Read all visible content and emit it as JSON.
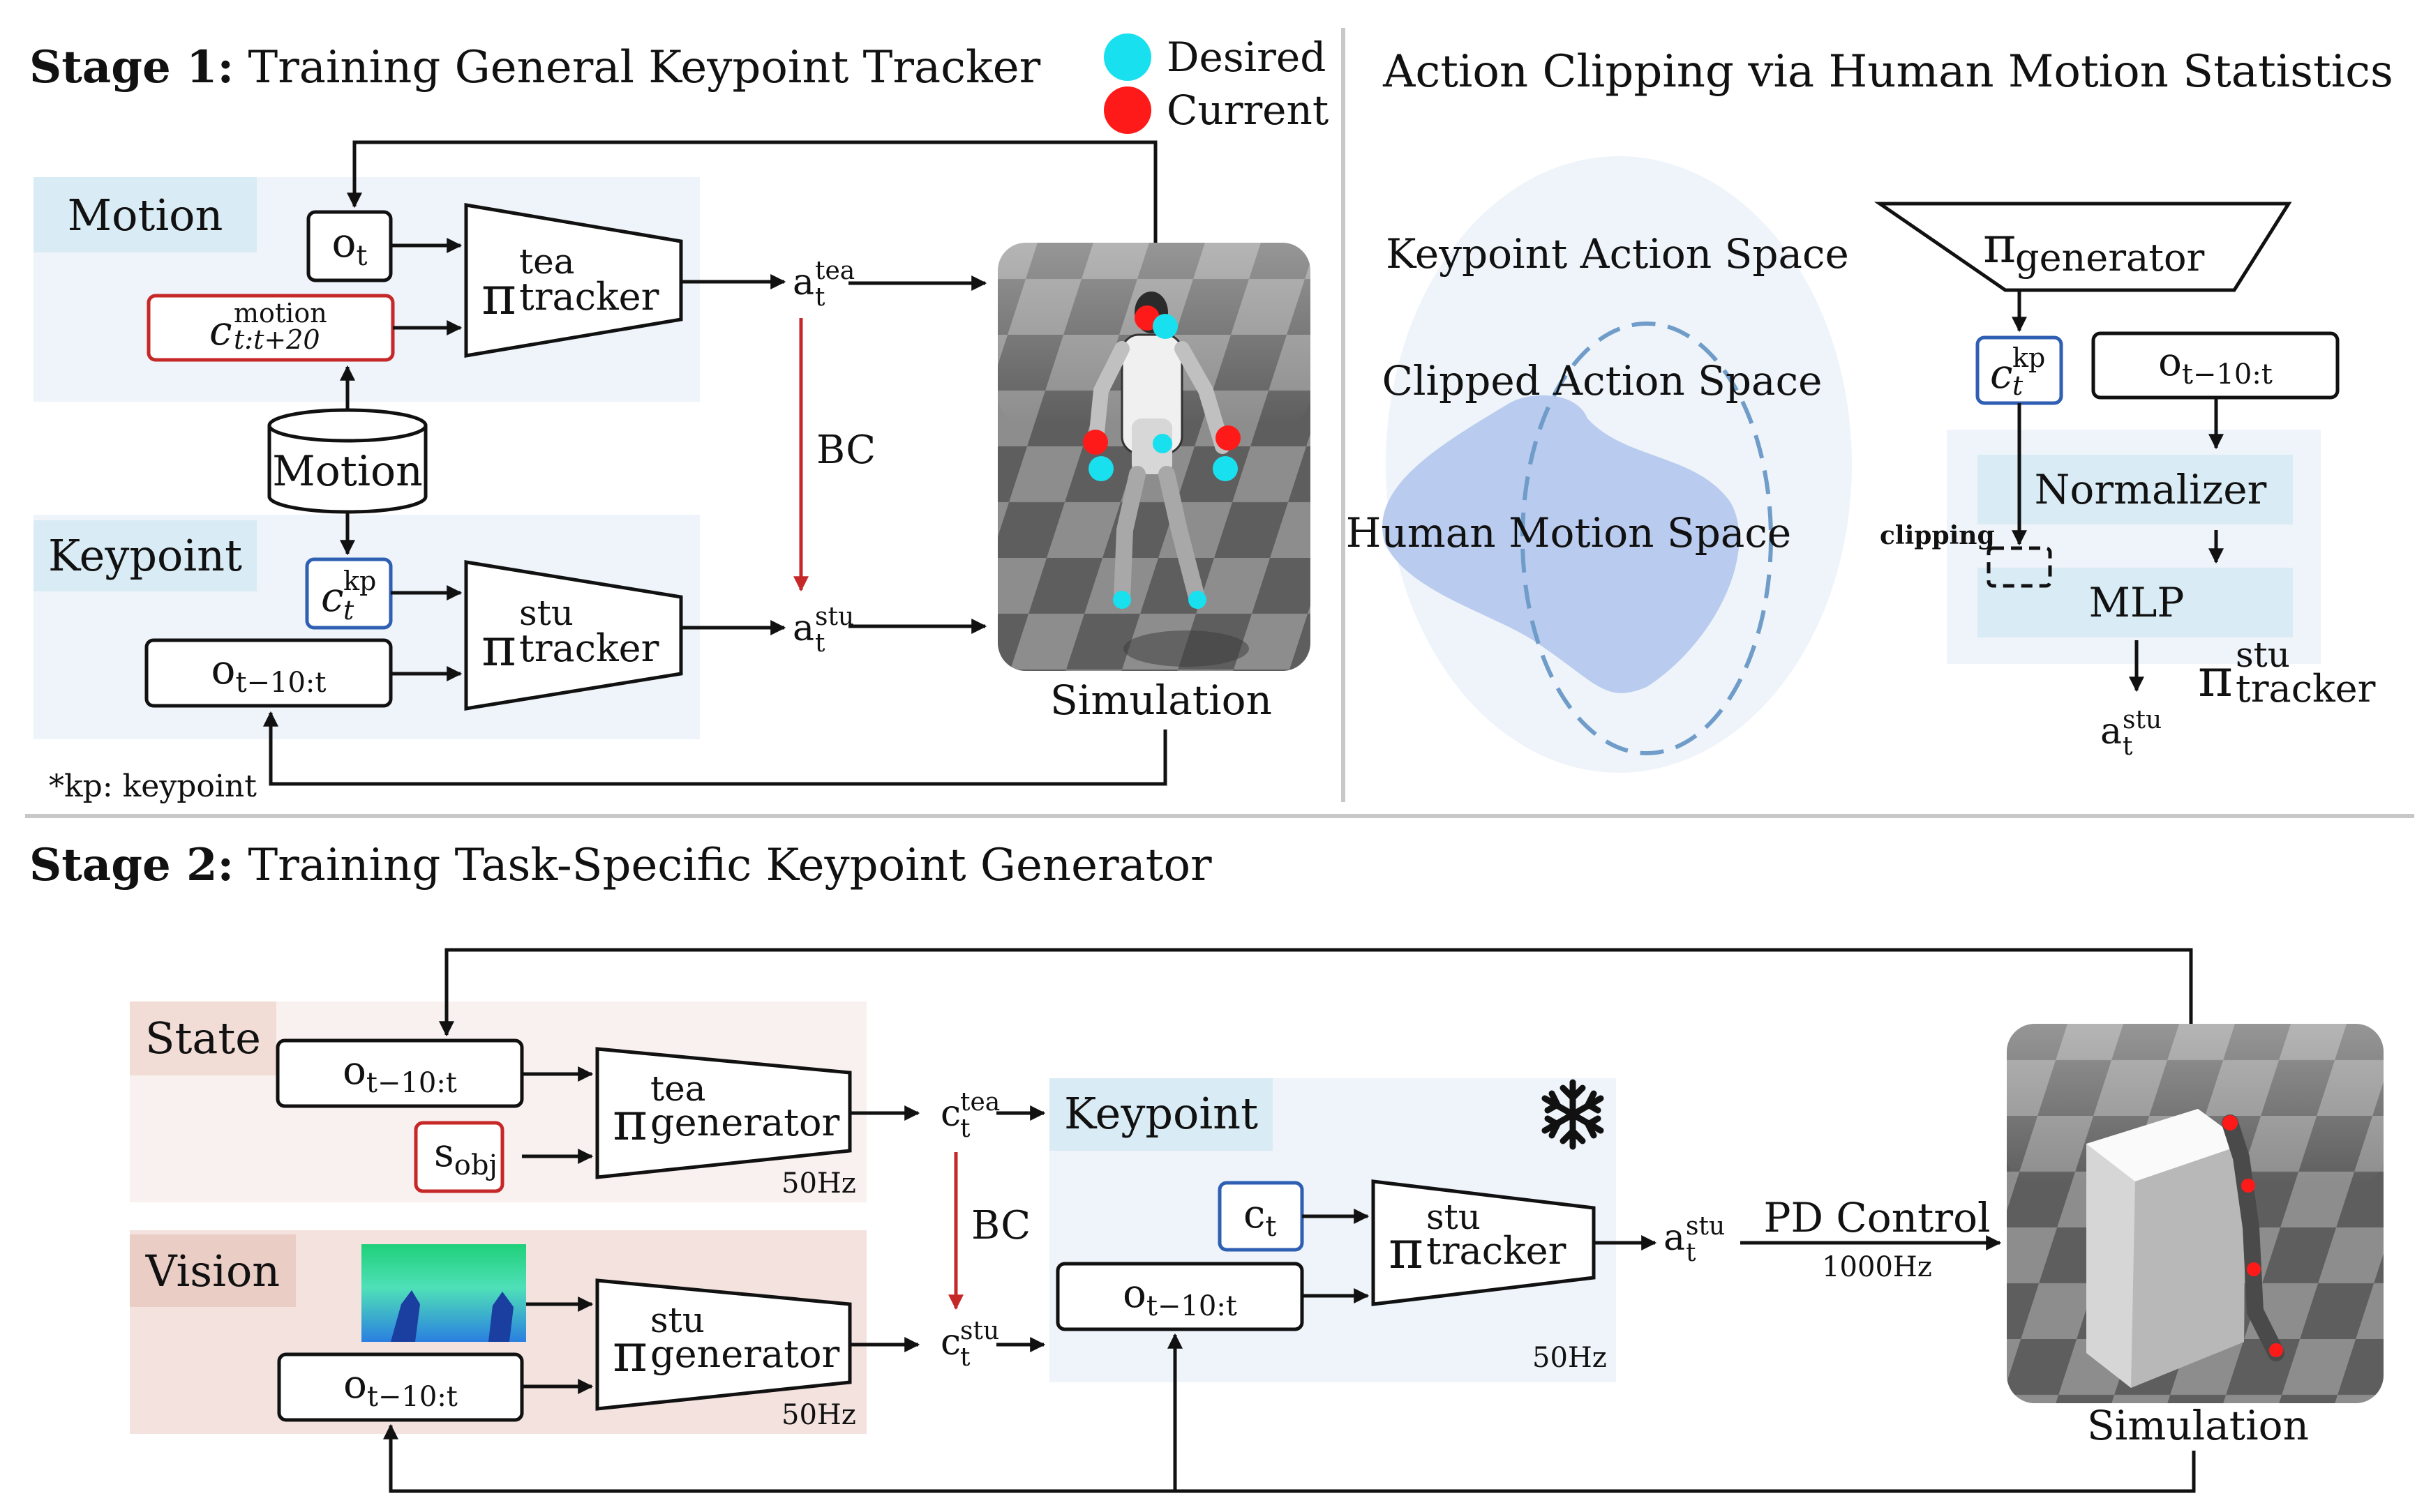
{
  "stage1": {
    "title_bold": "Stage 1:",
    "title_rest": " Training General Keypoint Tracker",
    "legend": {
      "desired": "Desired",
      "current": "Current"
    },
    "motion_label": "Motion",
    "keypoint_label": "Keypoint",
    "database_label": "Motion",
    "o_t": {
      "base": "o",
      "sub": "t"
    },
    "c_motion": {
      "base": "c",
      "sup": "motion",
      "sub": "t:t+20"
    },
    "c_kp": {
      "base": "c",
      "sup": "kp",
      "sub": "t"
    },
    "o_hist": {
      "base": "o",
      "sub": "t−10:t"
    },
    "teacher": {
      "pi": "π",
      "sup": "tea",
      "sub": "tracker"
    },
    "student": {
      "pi": "π",
      "sup": "stu",
      "sub": "tracker"
    },
    "a_tea": {
      "base": "a",
      "sup": "tea",
      "sub": "t"
    },
    "a_stu": {
      "base": "a",
      "sup": "stu",
      "sub": "t"
    },
    "bc": "BC",
    "simulation": "Simulation",
    "footnote": "*kp: keypoint"
  },
  "clipping": {
    "title": "Action Clipping via Human Motion Statistics",
    "keypoint_space": "Keypoint Action Space",
    "clipped_space": "Clipped Action Space",
    "human_space": "Human Motion Space",
    "generator": {
      "pi": "π",
      "sub": "generator"
    },
    "c_kp": {
      "base": "c",
      "sup": "kp",
      "sub": "t"
    },
    "o_hist": {
      "base": "o",
      "sub": "t−10:t"
    },
    "normalizer": "Normalizer",
    "clipping_label": "clipping",
    "mlp": "MLP",
    "tracker": {
      "pi": "π",
      "sup": "stu",
      "sub": "tracker"
    },
    "a_stu": {
      "base": "a",
      "sup": "stu",
      "sub": "t"
    }
  },
  "stage2": {
    "title_bold": "Stage 2:",
    "title_rest": " Training Task-Specific Keypoint Generator",
    "state_label": "State",
    "vision_label": "Vision",
    "keypoint_label": "Keypoint",
    "o_hist": {
      "base": "o",
      "sub": "t−10:t"
    },
    "s_obj": {
      "base": "s",
      "sub": "obj"
    },
    "teacher_gen": {
      "pi": "π",
      "sup": "tea",
      "sub": "generator"
    },
    "student_gen": {
      "pi": "π",
      "sup": "stu",
      "sub": "generator"
    },
    "tracker": {
      "pi": "π",
      "sup": "stu",
      "sub": "tracker"
    },
    "c_tea": {
      "base": "c",
      "sup": "tea",
      "sub": "t"
    },
    "c_stu": {
      "base": "c",
      "sup": "stu",
      "sub": "t"
    },
    "c_t": {
      "base": "c",
      "sub": "t"
    },
    "a_stu": {
      "base": "a",
      "sup": "stu",
      "sub": "t"
    },
    "bc": "BC",
    "freq_50": "50Hz",
    "pd_control": "PD Control",
    "freq_1000": "1000Hz",
    "simulation": "Simulation"
  },
  "colors": {
    "desired": "#19e0ee",
    "current": "#ff1a1a",
    "red_border": "#c62828",
    "blue_border": "#2f5fb3",
    "panel_blue": "#eef4fa",
    "label_blue": "#d9ebf4",
    "panel_pink": "#f9f1ef",
    "label_pink": "#f1dcd6"
  }
}
